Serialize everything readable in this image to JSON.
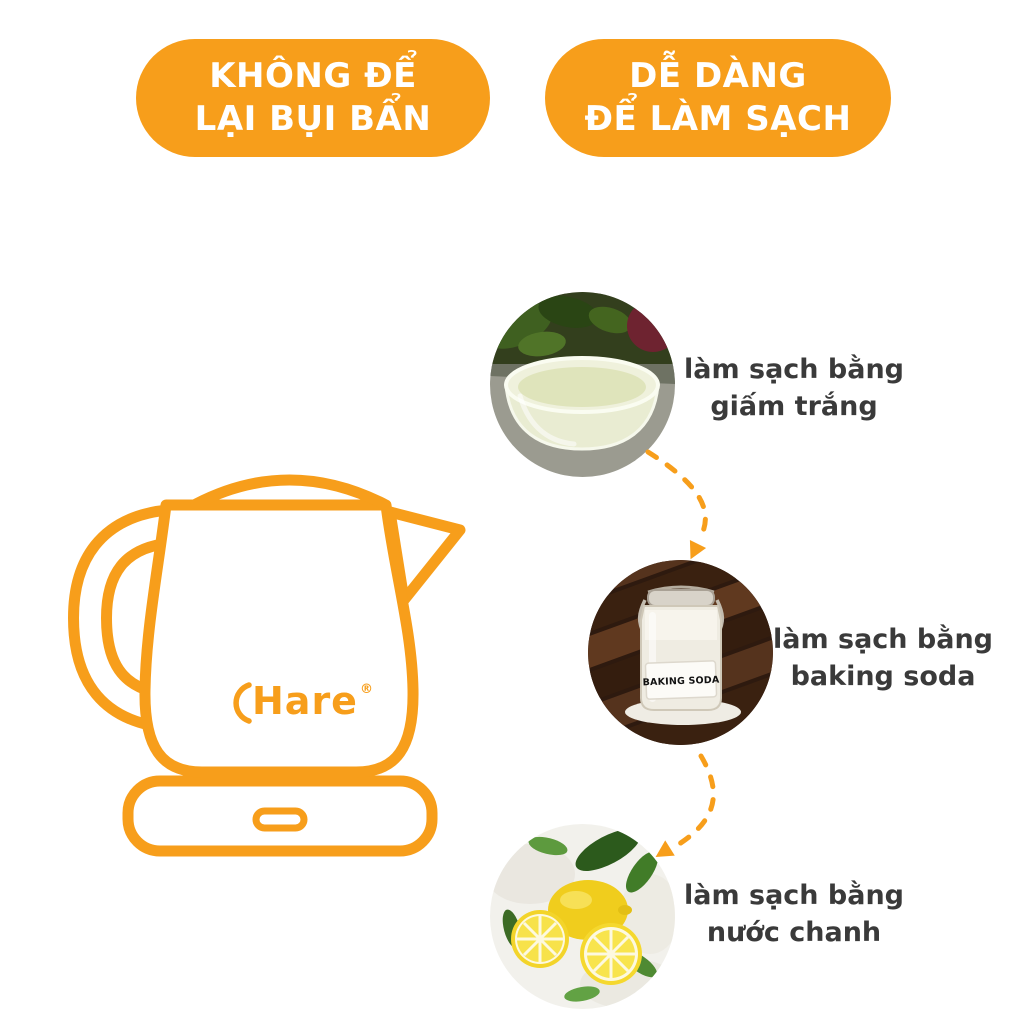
{
  "theme": {
    "accent": "#F79E1B",
    "ink": "#3a3a3a",
    "badge-text": "#ffffff",
    "background": "#ffffff"
  },
  "badges": [
    {
      "line1": "KHÔNG ĐỂ",
      "line2": "LẠI BỤI BẨN"
    },
    {
      "line1": "DỄ DÀNG",
      "line2": "ĐỂ LÀM SẠCH"
    }
  ],
  "kettle": {
    "brand": "Hare",
    "registered_mark": "®"
  },
  "steps": [
    {
      "photo": "bowl-of-white-vinegar",
      "caption_line1": "làm sạch bằng",
      "caption_line2": "giấm trắng"
    },
    {
      "photo": "jar-of-baking-soda",
      "caption_line1": "làm sạch bằng",
      "caption_line2": "baking soda",
      "jar_label": "BAKING SODA"
    },
    {
      "photo": "lemons-with-leaves",
      "caption_line1": "làm sạch bằng",
      "caption_line2": "nước chanh"
    }
  ]
}
